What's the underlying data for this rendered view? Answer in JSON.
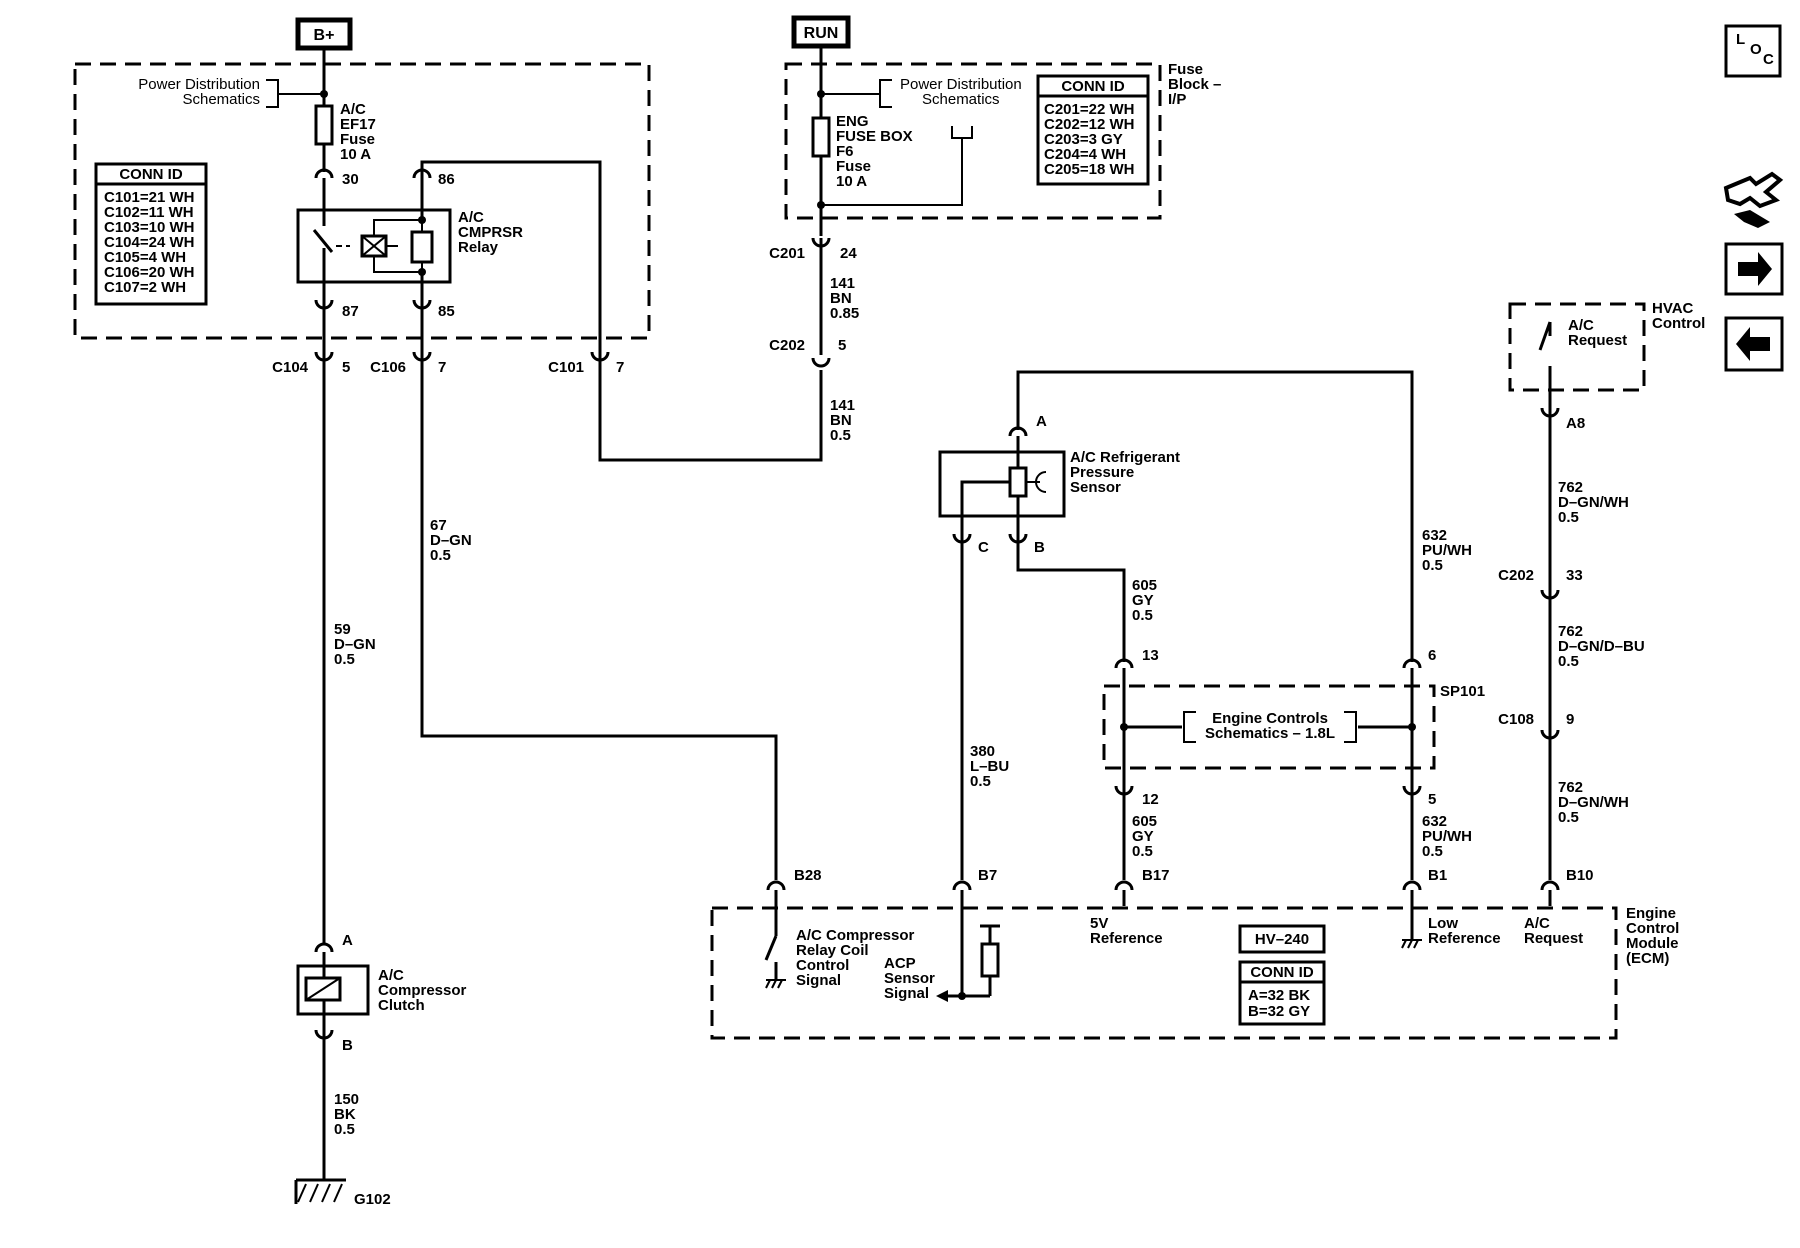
{
  "badges": {
    "b_plus": "B+",
    "run": "RUN",
    "hv": "HV–240"
  },
  "left_panel": {
    "pd_line1": "Power Distribution",
    "pd_line2": "Schematics",
    "fuse": [
      "A/C",
      "EF17",
      "Fuse",
      "10 A"
    ],
    "relay": [
      "A/C",
      "CMPRSR",
      "Relay"
    ],
    "pin30": "30",
    "pin86": "86",
    "pin87": "87",
    "pin85": "85",
    "conn_title": "CONN ID",
    "conn_rows": [
      "C101=21 WH",
      "C102=11 WH",
      "C103=10 WH",
      "C104=24 WH",
      "C105=4 WH",
      "C106=20 WH",
      "C107=2 WH"
    ]
  },
  "fuse_block": {
    "pd_line1": "Power Distribution",
    "pd_line2": "Schematics",
    "fuse": [
      "ENG",
      "FUSE BOX",
      "F6",
      "Fuse",
      "10 A"
    ],
    "name": [
      "Fuse",
      "Block –",
      "I/P"
    ],
    "conn_title": "CONN ID",
    "conn_rows": [
      "C201=22 WH",
      "C202=12 WH",
      "C203=3 GY",
      "C204=4 WH",
      "C205=18 WH"
    ]
  },
  "connectors": {
    "c104": "C104",
    "c104_pin": "5",
    "c106": "C106",
    "c106_pin": "7",
    "c101": "C101",
    "c101_pin": "7",
    "c201": "C201",
    "c201_pin": "24",
    "c202a": "C202",
    "c202a_pin": "5",
    "c202b": "C202",
    "c202b_pin": "33",
    "c108": "C108",
    "c108_pin": "9"
  },
  "wires": {
    "w141a": [
      "141",
      "BN",
      "0.85"
    ],
    "w141b": [
      "141",
      "BN",
      "0.5"
    ],
    "w67": [
      "67",
      "D–GN",
      "0.5"
    ],
    "w59": [
      "59",
      "D–GN",
      "0.5"
    ],
    "w150": [
      "150",
      "BK",
      "0.5"
    ],
    "w380": [
      "380",
      "L–BU",
      "0.5"
    ],
    "w605a": [
      "605",
      "GY",
      "0.5"
    ],
    "w605b": [
      "605",
      "GY",
      "0.5"
    ],
    "w632a": [
      "632",
      "PU/WH",
      "0.5"
    ],
    "w632b": [
      "632",
      "PU/WH",
      "0.5"
    ],
    "w762a": [
      "762",
      "D–GN/WH",
      "0.5"
    ],
    "w762b": [
      "762",
      "D–GN/D–BU",
      "0.5"
    ],
    "w762c": [
      "762",
      "D–GN/WH",
      "0.5"
    ]
  },
  "sensor": {
    "label": [
      "A/C Refrigerant",
      "Pressure",
      "Sensor"
    ],
    "pin_a": "A",
    "pin_b": "B",
    "pin_c": "C"
  },
  "splice": {
    "pin13": "13",
    "pin6": "6",
    "pin12": "12",
    "pin5": "5",
    "name": "SP101",
    "ref_line1": "Engine Controls",
    "ref_line2": "Schematics – 1.8L"
  },
  "hvac": {
    "switch": [
      "A/C",
      "Request"
    ],
    "name": [
      "HVAC",
      "Control"
    ],
    "pin": "A8"
  },
  "clutch": {
    "label": [
      "A/C",
      "Compressor",
      "Clutch"
    ],
    "pin_a": "A",
    "pin_b": "B",
    "ground": "G102"
  },
  "ecm": {
    "b28": "B28",
    "b7": "B7",
    "b17": "B17",
    "b1": "B1",
    "b10": "B10",
    "relay_signal": [
      "A/C Compressor",
      "Relay Coil",
      "Control",
      "Signal"
    ],
    "acp": [
      "ACP",
      "Sensor",
      "Signal"
    ],
    "ref5v": [
      "5V",
      "Reference"
    ],
    "lowref": [
      "Low",
      "Reference"
    ],
    "acreq": [
      "A/C",
      "Request"
    ],
    "name": [
      "Engine",
      "Control",
      "Module",
      "(ECM)"
    ],
    "conn_title": "CONN ID",
    "conn_rows": [
      "A=32 BK",
      "B=32 GY"
    ]
  },
  "nav": {
    "loc_l": "L",
    "loc_o": "O",
    "loc_c": "C",
    "icons": [
      "location-icon",
      "tools-icon",
      "arrow-right-icon",
      "arrow-left-icon"
    ]
  }
}
